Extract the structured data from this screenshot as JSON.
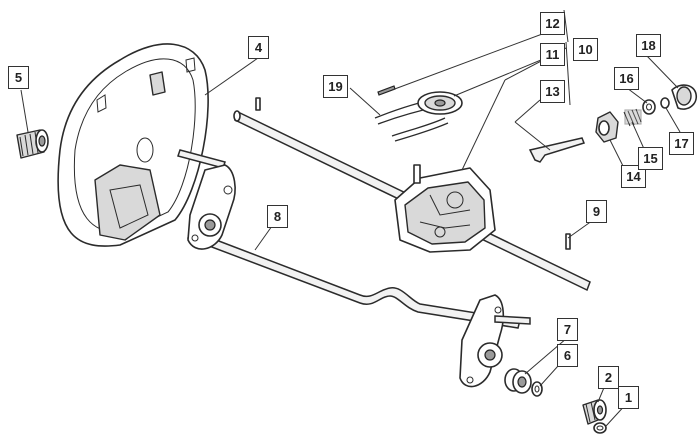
{
  "callouts": [
    {
      "id": "c1",
      "label": "1"
    },
    {
      "id": "c2",
      "label": "2"
    },
    {
      "id": "c4",
      "label": "4"
    },
    {
      "id": "c5",
      "label": "5"
    },
    {
      "id": "c6",
      "label": "6"
    },
    {
      "id": "c7",
      "label": "7"
    },
    {
      "id": "c8",
      "label": "8"
    },
    {
      "id": "c9",
      "label": "9"
    },
    {
      "id": "c10",
      "label": "10"
    },
    {
      "id": "c11",
      "label": "11"
    },
    {
      "id": "c12",
      "label": "12"
    },
    {
      "id": "c13",
      "label": "13"
    },
    {
      "id": "c14",
      "label": "14"
    },
    {
      "id": "c15",
      "label": "15"
    },
    {
      "id": "c16",
      "label": "16"
    },
    {
      "id": "c17",
      "label": "17"
    },
    {
      "id": "c18",
      "label": "18"
    },
    {
      "id": "c19",
      "label": "19"
    }
  ]
}
